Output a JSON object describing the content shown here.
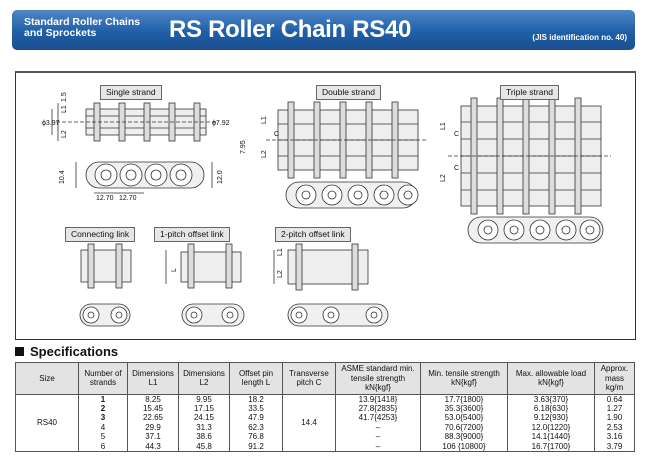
{
  "header": {
    "subtitle_line1": "Standard Roller Chains",
    "subtitle_line2": "and Sprockets",
    "title": "RS Roller Chain RS40",
    "jis_note": "(JIS identification no. 40)"
  },
  "diagram": {
    "labels": {
      "single": "Single strand",
      "double": "Double strand",
      "triple": "Triple strand",
      "connecting": "Connecting link",
      "offset1": "1-pitch offset link",
      "offset2": "2-pitch offset link"
    },
    "dims": {
      "d397": "ϕ3.97",
      "d792": "ϕ7.92",
      "d15": "1.5",
      "d795": "7.95",
      "d104": "10.4",
      "d120": "12.0",
      "pitch_a": "12.70",
      "pitch_b": "12.70",
      "l1": "L1",
      "l2": "L2",
      "c": "C",
      "l": "L"
    }
  },
  "specs": {
    "heading": "Specifications",
    "headers": {
      "size": "Size",
      "strands": "Number of strands",
      "dim_l1": "Dimensions L1",
      "dim_l2": "Dimensions L2",
      "offset": "Offset pin length L",
      "transverse": "Transverse pitch C",
      "asme": "ASME standard min. tensile strength kN{kgf}",
      "min_tensile": "Min. tensile strength kN{kgf}",
      "max_load": "Max. allowable load kN{kgf}",
      "mass": "Approx. mass kg/m"
    },
    "size": "RS40",
    "transverse_pitch": "14.4",
    "rows": [
      {
        "n": "1",
        "l1": "8.25",
        "l2": "9.95",
        "offset": "18.2",
        "asme": "13.9{1418}",
        "min": "17.7{1800}",
        "max": "3.63{370}",
        "mass": "0.64"
      },
      {
        "n": "2",
        "l1": "15.45",
        "l2": "17.15",
        "offset": "33.5",
        "asme": "27.8{2835}",
        "min": "35.3{3600}",
        "max": "6.18{630}",
        "mass": "1.27"
      },
      {
        "n": "3",
        "l1": "22.65",
        "l2": "24.15",
        "offset": "47.9",
        "asme": "41.7{4253}",
        "min": "53.0{5400}",
        "max": "9.12{930}",
        "mass": "1.90"
      },
      {
        "n": "4",
        "l1": "29.9",
        "l2": "31.3",
        "offset": "62.3",
        "asme": "–",
        "min": "70.6{7200}",
        "max": "12.0{1220}",
        "mass": "2.53"
      },
      {
        "n": "5",
        "l1": "37.1",
        "l2": "38.6",
        "offset": "76.8",
        "asme": "–",
        "min": "88.3{9000}",
        "max": "14.1{1440}",
        "mass": "3.16"
      },
      {
        "n": "6",
        "l1": "44.3",
        "l2": "45.8",
        "offset": "91.2",
        "asme": "–",
        "min": "106 {10800}",
        "max": "16.7{1700}",
        "mass": "3.79"
      }
    ]
  }
}
